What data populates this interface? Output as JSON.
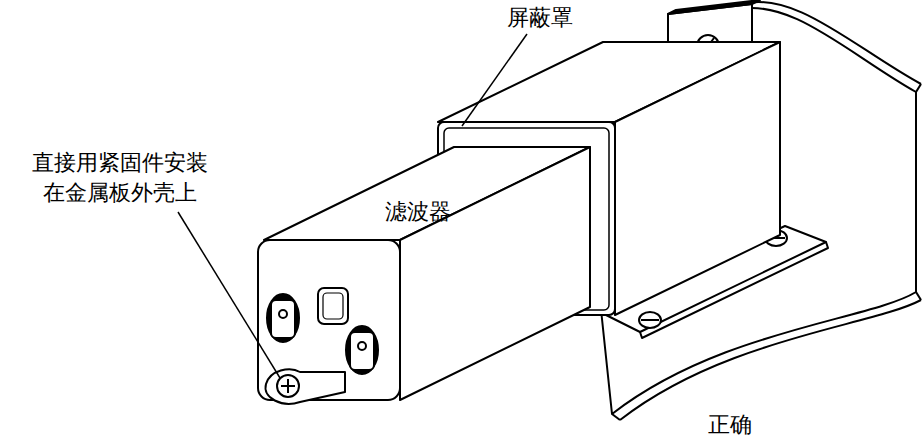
{
  "diagram": {
    "caption": "正确",
    "nodes": [
      {
        "text": [
          "滤波器"
        ]
      }
    ],
    "labels": [
      "屏蔽罩",
      "直接用紧固件安装 在金属板外壳上"
    ]
  }
}
